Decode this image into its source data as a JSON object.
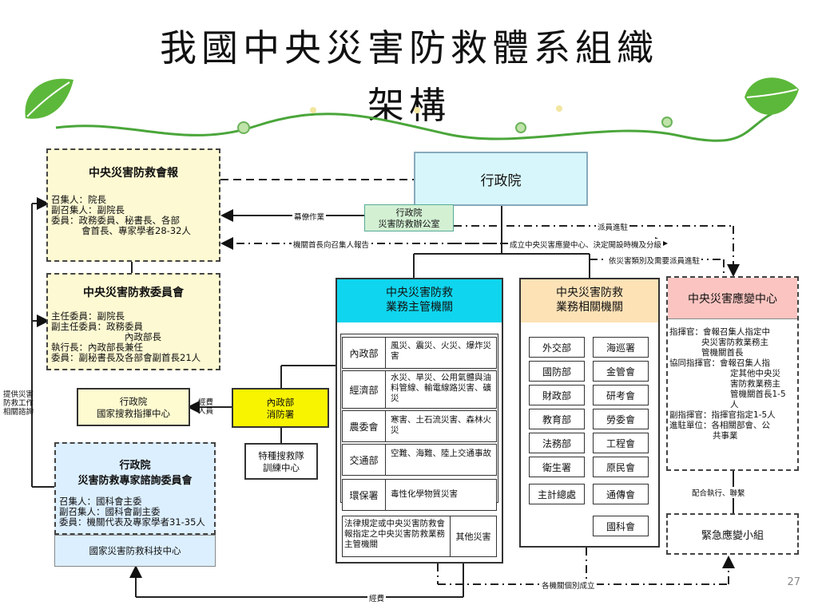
{
  "title": {
    "line1": "我國中央災害防救體系組織",
    "line2": "架構"
  },
  "executive_yuan": "行政院",
  "disaster_office": {
    "line1": "行政院",
    "line2": "災害防救辦公室"
  },
  "central_council": {
    "title": "中央災害防救會報",
    "convener": "召集人：院長",
    "deputy": "副召集人：副院長",
    "members1": "委員：政務委員、秘書長、各部",
    "members2": "會首長、專家學者28-32人"
  },
  "central_committee": {
    "title": "中央災害防救委員會",
    "chair": "主任委員：副院長",
    "deputy1": "副主任委員：政務委員",
    "deputy2": "內政部長",
    "exec": "執行長：內政部長兼任",
    "members": "委員：副秘書長及各部會副首長21人"
  },
  "search_rescue": {
    "line1": "行政院",
    "line2": "國家搜救指揮中心"
  },
  "fire_agency": {
    "line1": "內政部",
    "line2": "消防署"
  },
  "special_training": {
    "line1": "特種搜救隊",
    "line2": "訓練中心"
  },
  "expert_committee": {
    "title1": "行政院",
    "title2": "災害防救專家諮詢委員會",
    "convener": "召集人：國科會主委",
    "deputy": "副召集人：國科會副主委",
    "members": "委員：機關代表及專家學者31-35人",
    "tech_center": "國家災害防救科技中心"
  },
  "competent": {
    "title1": "中央災害防救",
    "title2": "業務主管機關",
    "rows": [
      {
        "org": "內政部",
        "dis": "風災、震災、火災、爆炸災害"
      },
      {
        "org": "經濟部",
        "dis": "水災、旱災、公用氣體與油料管線、輸電線路災害、礦災"
      },
      {
        "org": "農委會",
        "dis": "寒害、土石流災害、森林火災"
      },
      {
        "org": "交通部",
        "dis": "空難、海難、陸上交通事故"
      },
      {
        "org": "環保署",
        "dis": "毒性化學物質災害"
      }
    ],
    "law_text": "法律規定或中央災害防救會報指定之中央災害防救業務主管機關",
    "other": "其他災害"
  },
  "related": {
    "title1": "中央災害防救",
    "title2": "業務相關機關",
    "left": [
      "外交部",
      "國防部",
      "財政部",
      "教育部",
      "法務部",
      "衛生署",
      "主計總處"
    ],
    "right": [
      "海巡署",
      "金管會",
      "研考會",
      "勞委會",
      "工程會",
      "原民會",
      "通傳會",
      "國科會"
    ]
  },
  "emergency_center": {
    "title": "中央災害應變中心",
    "commander1": "指揮官：會報召集人指定中",
    "commander2": "央災害防救業務主",
    "commander3": "管機關首長",
    "co1": "協同指揮官：會報召集人指",
    "co2": "定其他中央災",
    "co3": "害防救業務主",
    "co4": "管機關首長1-5",
    "co5": "人",
    "vice": "副指揮官：指揮官指定1-5人",
    "units1": "進駐單位：各相關部會、公",
    "units2": "共事業"
  },
  "response_team": "緊急應變小組",
  "labels": {
    "staff_work": "幕僚作業",
    "dispatch": "派員進駐",
    "report": "機關首長向召集人報告",
    "establish": "成立中央災害應變中心、決定開設時機及分級",
    "by_type": "依災害類別及需要派員進駐",
    "advice1": "提供災害",
    "advice2": "防救工作",
    "advice3": "相關諮詢",
    "funds_staff1": "經費",
    "funds_staff2": "人員",
    "cooperate": "配合執行、聯繫",
    "each_agency": "各機關個別成立",
    "funds": "經費"
  },
  "page_number": "27",
  "colors": {
    "council_bg": "#fdf9d2",
    "exec_bg": "#d7f6fb",
    "office_bg": "#d3f0d3",
    "competent_bg": "#0fd5ee",
    "related_bg": "#fde2b6",
    "emergency_bg": "#fbc4c0",
    "rescue_bg": "#fefbd0",
    "fire_bg": "#f8f400",
    "expert_bg": "#dcefff",
    "leaf_green": "#5cb83a"
  }
}
